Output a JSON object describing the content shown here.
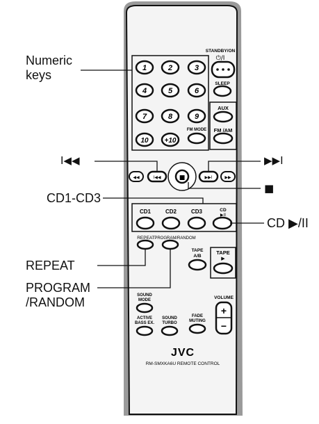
{
  "callouts": {
    "numeric_keys": "Numeric\nkeys",
    "prev_track": "I◀◀",
    "next_track": "▶▶I",
    "stop": "■",
    "cd1_cd3": "CD1-CD3",
    "cd_play_pause": "CD ▶/II",
    "repeat": "REPEAT",
    "program_random": "PROGRAM\n/RANDOM"
  },
  "remote": {
    "numeric_keys": [
      "1",
      "2",
      "3",
      "4",
      "5",
      "6",
      "7",
      "8",
      "9",
      "10",
      "+10"
    ],
    "standby_label": "STANDBY/ON",
    "standby_symbol": "⏻/I",
    "sleep_label": "SLEEP",
    "aux_label": "AUX",
    "fm_mode_label": "FM MODE",
    "fm_am_label": "FM /AM",
    "rewind_symbol": "◀◀",
    "prev_symbol": "I◀◀",
    "stop_symbol": "■",
    "next_symbol": "▶▶I",
    "ff_symbol": "▶▶",
    "cd1_label": "CD1",
    "cd2_label": "CD2",
    "cd3_label": "CD3",
    "cd_label": "CD",
    "cd_symbol": "▶II",
    "repeat_label": "REPEAT",
    "program_random_label": "PROGRAM/RANDOM",
    "tape_ab_label_1": "TAPE",
    "tape_ab_label_2": "A/B",
    "tape_label": "TAPE",
    "tape_symbol": "▶",
    "sound_mode_label_1": "SOUND",
    "sound_mode_label_2": "MODE",
    "active_bass_label_1": "ACTIVE",
    "active_bass_label_2": "BASS EX.",
    "sound_turbo_label_1": "SOUND",
    "sound_turbo_label_2": "TURBO",
    "fade_muting_label_1": "FADE",
    "fade_muting_label_2": "MUTING",
    "volume_label": "VOLUME",
    "volume_plus": "+",
    "volume_minus": "−",
    "brand": "JVC",
    "model": "RM-SMXKA6U REMOTE CONTROL"
  },
  "colors": {
    "line": "#111111",
    "body": "#f4f4f4",
    "shadow": "#9a9a9a"
  }
}
